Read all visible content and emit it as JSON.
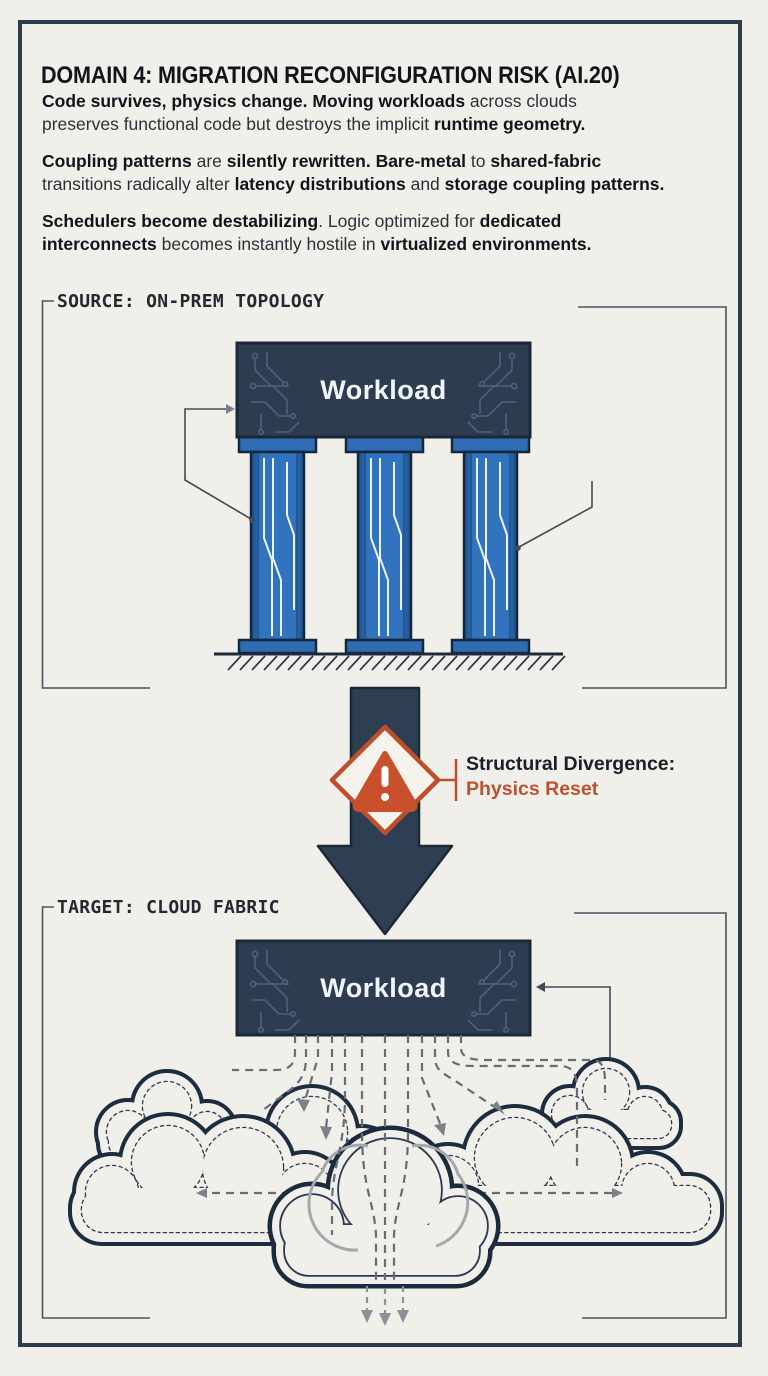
{
  "page": {
    "title": "DOMAIN 4: MIGRATION RECONFIGURATION RISK (AI.20)"
  },
  "paragraphs": [
    {
      "segments": [
        {
          "t": "Code survives, physics change.",
          "b": 1
        },
        {
          "t": " ",
          "b": 0
        },
        {
          "t": "Moving workloads",
          "b": 1
        },
        {
          "t": " across clouds",
          "b": 0
        },
        {
          "br": 1
        },
        {
          "t": "preserves functional code but destroys the implicit ",
          "b": 0
        },
        {
          "t": "runtime geometry.",
          "b": 1
        }
      ]
    },
    {
      "segments": [
        {
          "t": "Coupling patterns",
          "b": 1
        },
        {
          "t": " are ",
          "b": 0
        },
        {
          "t": "silently rewritten.",
          "b": 1
        },
        {
          "t": " ",
          "b": 0
        },
        {
          "t": "Bare-metal",
          "b": 1
        },
        {
          "t": " to ",
          "b": 0
        },
        {
          "t": "shared-fabric",
          "b": 1
        },
        {
          "br": 1
        },
        {
          "t": "transitions radically alter ",
          "b": 0
        },
        {
          "t": "latency distributions",
          "b": 1
        },
        {
          "t": " and ",
          "b": 0
        },
        {
          "t": "storage coupling patterns.",
          "b": 1
        }
      ]
    },
    {
      "segments": [
        {
          "t": "Schedulers become destabilizing",
          "b": 1
        },
        {
          "t": ". Logic optimized for ",
          "b": 0
        },
        {
          "t": "dedicated",
          "b": 1
        },
        {
          "br": 1
        },
        {
          "t": "interconnects",
          "b": 1
        },
        {
          "t": " becomes instantly hostile in ",
          "b": 0
        },
        {
          "t": "virtualized environments.",
          "b": 1
        }
      ]
    }
  ],
  "source_section": {
    "label": "SOURCE: ON-PREM TOPOLOGY",
    "workload_label": "Workload"
  },
  "target_section": {
    "label": "TARGET: CLOUD FABRIC",
    "workload_label": "Workload"
  },
  "divergence": {
    "line1": "Structural Divergence:",
    "line2": "Physics Reset",
    "icon": "warning-triangle-icon"
  },
  "colors": {
    "background": "#f0efe9",
    "frame_navy": "#2c3b4d",
    "ink": "#10151b",
    "body_text": "#2b3138",
    "pillar_blue": "#2f6cb4",
    "warning_orange": "#c8502d",
    "accent_text_orange": "#bd5231"
  }
}
